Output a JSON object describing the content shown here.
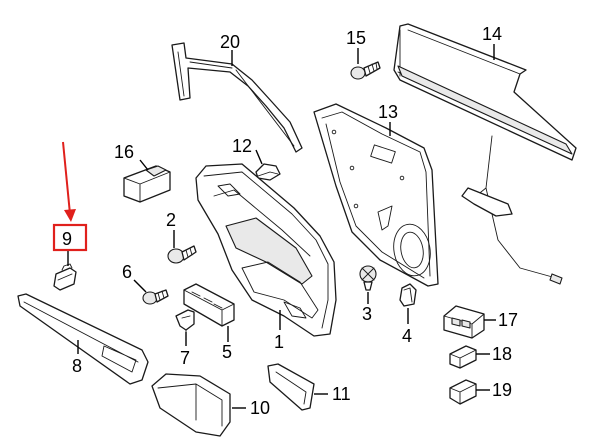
{
  "accent_color": "#e0201c",
  "line_color": "#1a1a1a",
  "highlighted_part": "9",
  "callouts": {
    "c1": "1",
    "c2": "2",
    "c3": "3",
    "c4": "4",
    "c5": "5",
    "c6": "6",
    "c7": "7",
    "c8": "8",
    "c9": "9",
    "c10": "10",
    "c11": "11",
    "c12": "12",
    "c13": "13",
    "c14": "14",
    "c15": "15",
    "c16": "16",
    "c17": "17",
    "c18": "18",
    "c19": "19",
    "c20": "20"
  }
}
